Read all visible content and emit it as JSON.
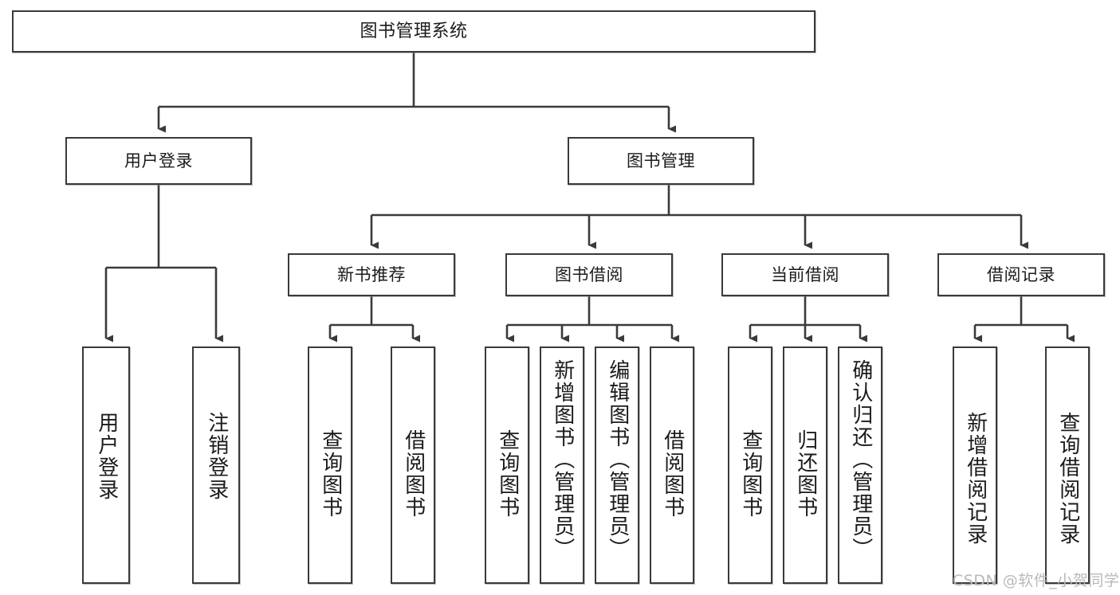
{
  "diagram": {
    "title": "图书管理系统",
    "type": "tree-hierarchy",
    "watermark": "CSDN @软件_小贺同学",
    "colors": {
      "stroke": "#3a3a3a",
      "fill": "#ffffff",
      "text": "#1b1b1b",
      "watermark": "#b9b9b9"
    }
  },
  "nodes": {
    "root": {
      "label": "图书管理系统"
    },
    "level2": [
      {
        "id": "user-login",
        "label": "用户登录"
      },
      {
        "id": "book-manage",
        "label": "图书管理"
      }
    ],
    "level3": [
      {
        "id": "new-book-rec",
        "label": "新书推荐"
      },
      {
        "id": "book-borrow",
        "label": "图书借阅"
      },
      {
        "id": "current-borrow",
        "label": "当前借阅"
      },
      {
        "id": "borrow-record",
        "label": "借阅记录"
      }
    ],
    "leaves": {
      "user_login": [
        {
          "id": "leaf-user-login",
          "label": "用户登录"
        },
        {
          "id": "leaf-logout",
          "label": "注销登录"
        }
      ],
      "new_book_rec": [
        {
          "id": "leaf-query-book-1",
          "label": "查询图书"
        },
        {
          "id": "leaf-borrow-book-1",
          "label": "借阅图书"
        }
      ],
      "book_borrow": [
        {
          "id": "leaf-query-book-2",
          "label": "查询图书"
        },
        {
          "id": "leaf-add-book",
          "label": "新增图书（管理员）"
        },
        {
          "id": "leaf-edit-book",
          "label": "编辑图书（管理员）"
        },
        {
          "id": "leaf-borrow-book-2",
          "label": "借阅图书"
        }
      ],
      "current_borrow": [
        {
          "id": "leaf-query-book-3",
          "label": "查询图书"
        },
        {
          "id": "leaf-return-book",
          "label": "归还图书"
        },
        {
          "id": "leaf-confirm-return",
          "label": "确认归还（管理员）"
        }
      ],
      "borrow_record": [
        {
          "id": "leaf-add-record",
          "label": "新增借阅记录"
        },
        {
          "id": "leaf-query-record",
          "label": "查询借阅记录"
        }
      ]
    }
  }
}
